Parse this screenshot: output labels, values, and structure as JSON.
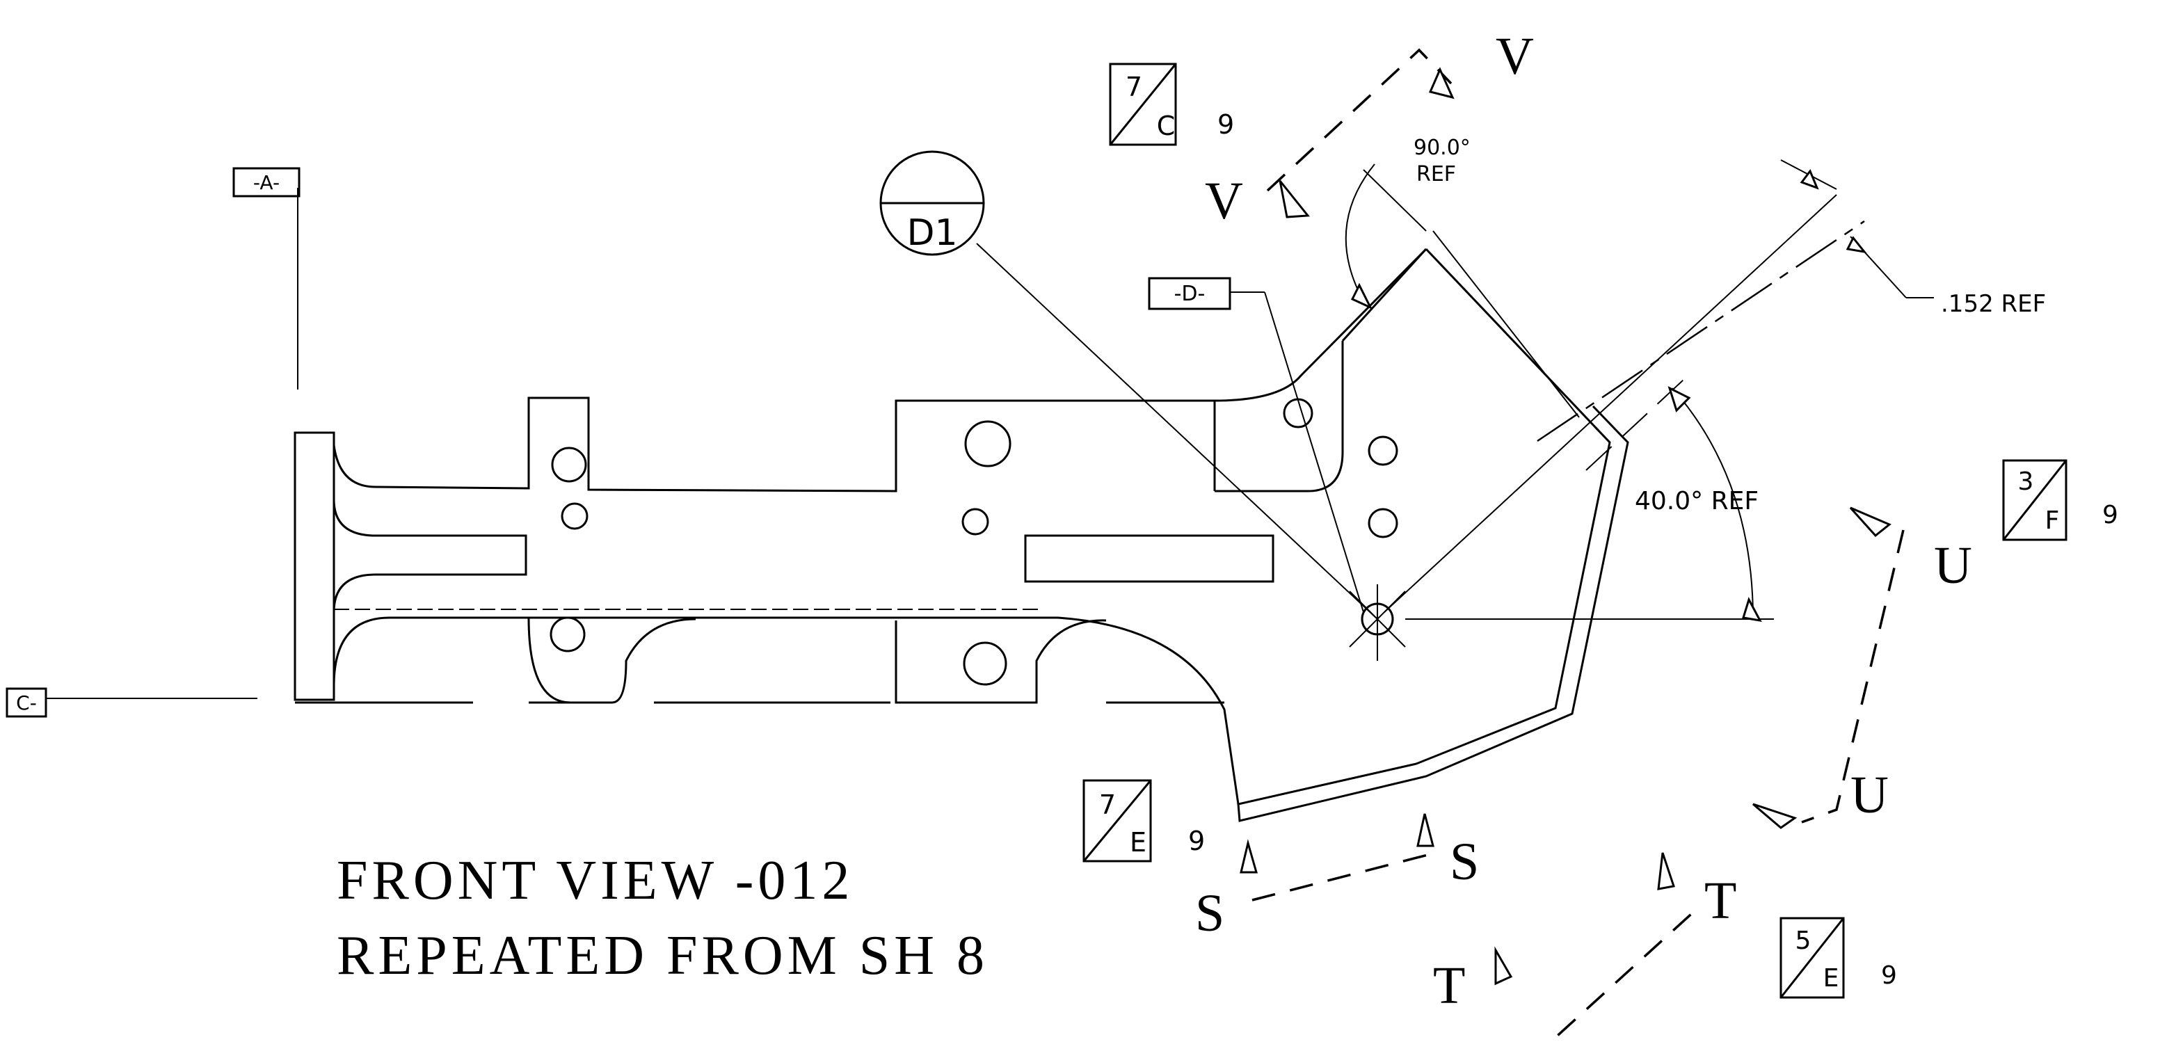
{
  "title": {
    "line1": "FRONT VIEW -012",
    "line2": "REPEATED FROM SH 8"
  },
  "datums": {
    "a": "-A-",
    "c": "C-",
    "d": "-D-"
  },
  "detail_bubble": {
    "label": "D1"
  },
  "dimensions": {
    "angle_90": "90.0°",
    "angle_90_note": "REF",
    "offset": ".152 REF",
    "angle_40": "40.0° REF"
  },
  "section_cuts": [
    {
      "letter": "V",
      "ref_top": "7",
      "ref_bottom": "C",
      "sheet": "9"
    },
    {
      "letter": "U",
      "ref_top": "3",
      "ref_bottom": "F",
      "sheet": "9"
    },
    {
      "letter": "S",
      "ref_top": "7",
      "ref_bottom": "E",
      "sheet": "9"
    },
    {
      "letter": "T",
      "ref_top": "5",
      "ref_bottom": "E",
      "sheet": "9"
    }
  ]
}
